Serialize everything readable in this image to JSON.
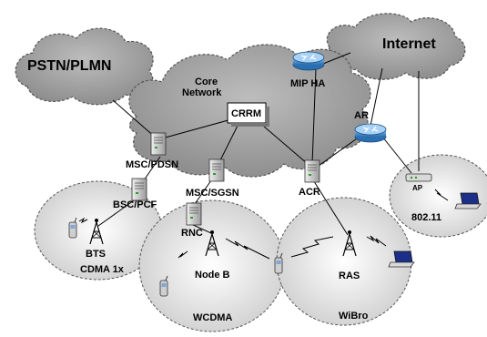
{
  "clouds": {
    "pstn": "PSTN/PLMN",
    "internet": "Internet",
    "core_line1": "Core",
    "core_line2": "Network"
  },
  "nodes": {
    "crrm": "CRRM",
    "mip_ha": "MIP HA",
    "ar": "AR",
    "msc_pdsn": "MSC/PDSN",
    "msc_sgsn": "MSC/SGSN",
    "acr": "ACR",
    "bsc_pcf": "BSC/PCF",
    "rnc": "RNC",
    "bts": "BTS",
    "node_b": "Node B",
    "ras": "RAS",
    "ap": "AP"
  },
  "networks": {
    "cdma": "CDMA 1x",
    "wcdma": "WCDMA",
    "wibro": "WiBro",
    "wlan": "802.11"
  }
}
